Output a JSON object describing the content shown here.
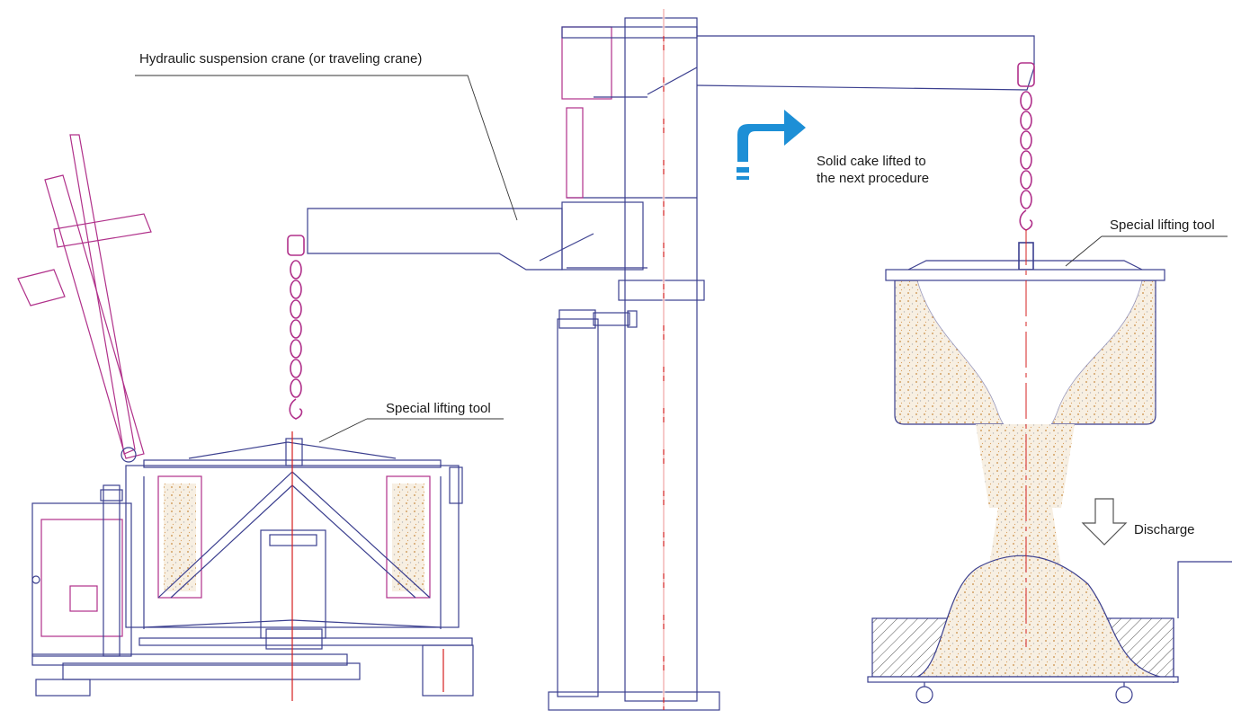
{
  "labels": {
    "crane": "Hydraulic suspension crane (or traveling crane)",
    "tool_left": "Special lifting tool",
    "tool_right": "Special lifting tool",
    "cake_line1": "Solid cake lifted to",
    "cake_line2": "the next procedure",
    "discharge": "Discharge"
  },
  "colors": {
    "outline": "#3b3f8f",
    "magenta": "#b0308a",
    "centerline": "#d62020",
    "cake_dots": "#c8893f",
    "cake_fill": "#f7efe2",
    "arrow_blue": "#1d8fd6",
    "leader": "#333333"
  },
  "icons": {
    "lift_arrow": "blue-bent-arrow-icon",
    "discharge_arrow": "down-outline-arrow-icon"
  }
}
